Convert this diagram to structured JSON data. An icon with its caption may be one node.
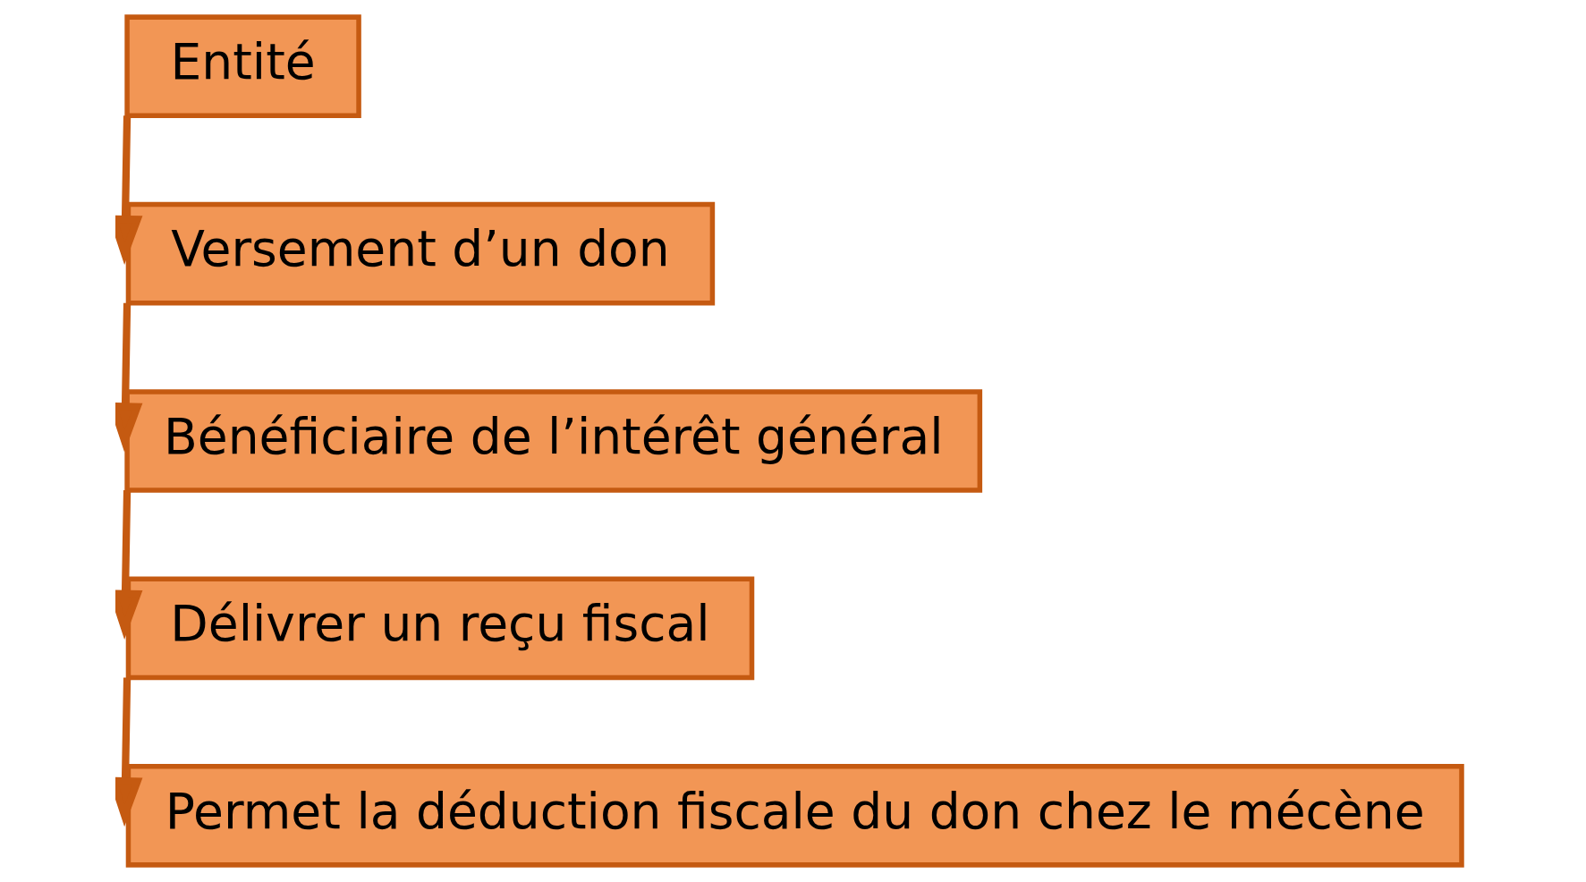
{
  "diagram": {
    "nodes": [
      {
        "text": [
          "Entité"
        ]
      },
      {
        "text": [
          "Versement d’un don"
        ]
      },
      {
        "text": [
          "Bénéficiaire de l’intérêt général"
        ]
      },
      {
        "text": [
          "Délivrer un reçu fiscal"
        ]
      },
      {
        "text": [
          "Permet la déduction fiscale du don chez le mécène"
        ]
      }
    ],
    "edges": [
      {
        "from": 0,
        "to": 1,
        "arrow": "to"
      },
      {
        "from": 1,
        "to": 2,
        "arrow": "to"
      },
      {
        "from": 2,
        "to": 3,
        "arrow": "to"
      },
      {
        "from": 3,
        "to": 4,
        "arrow": "to"
      }
    ]
  }
}
